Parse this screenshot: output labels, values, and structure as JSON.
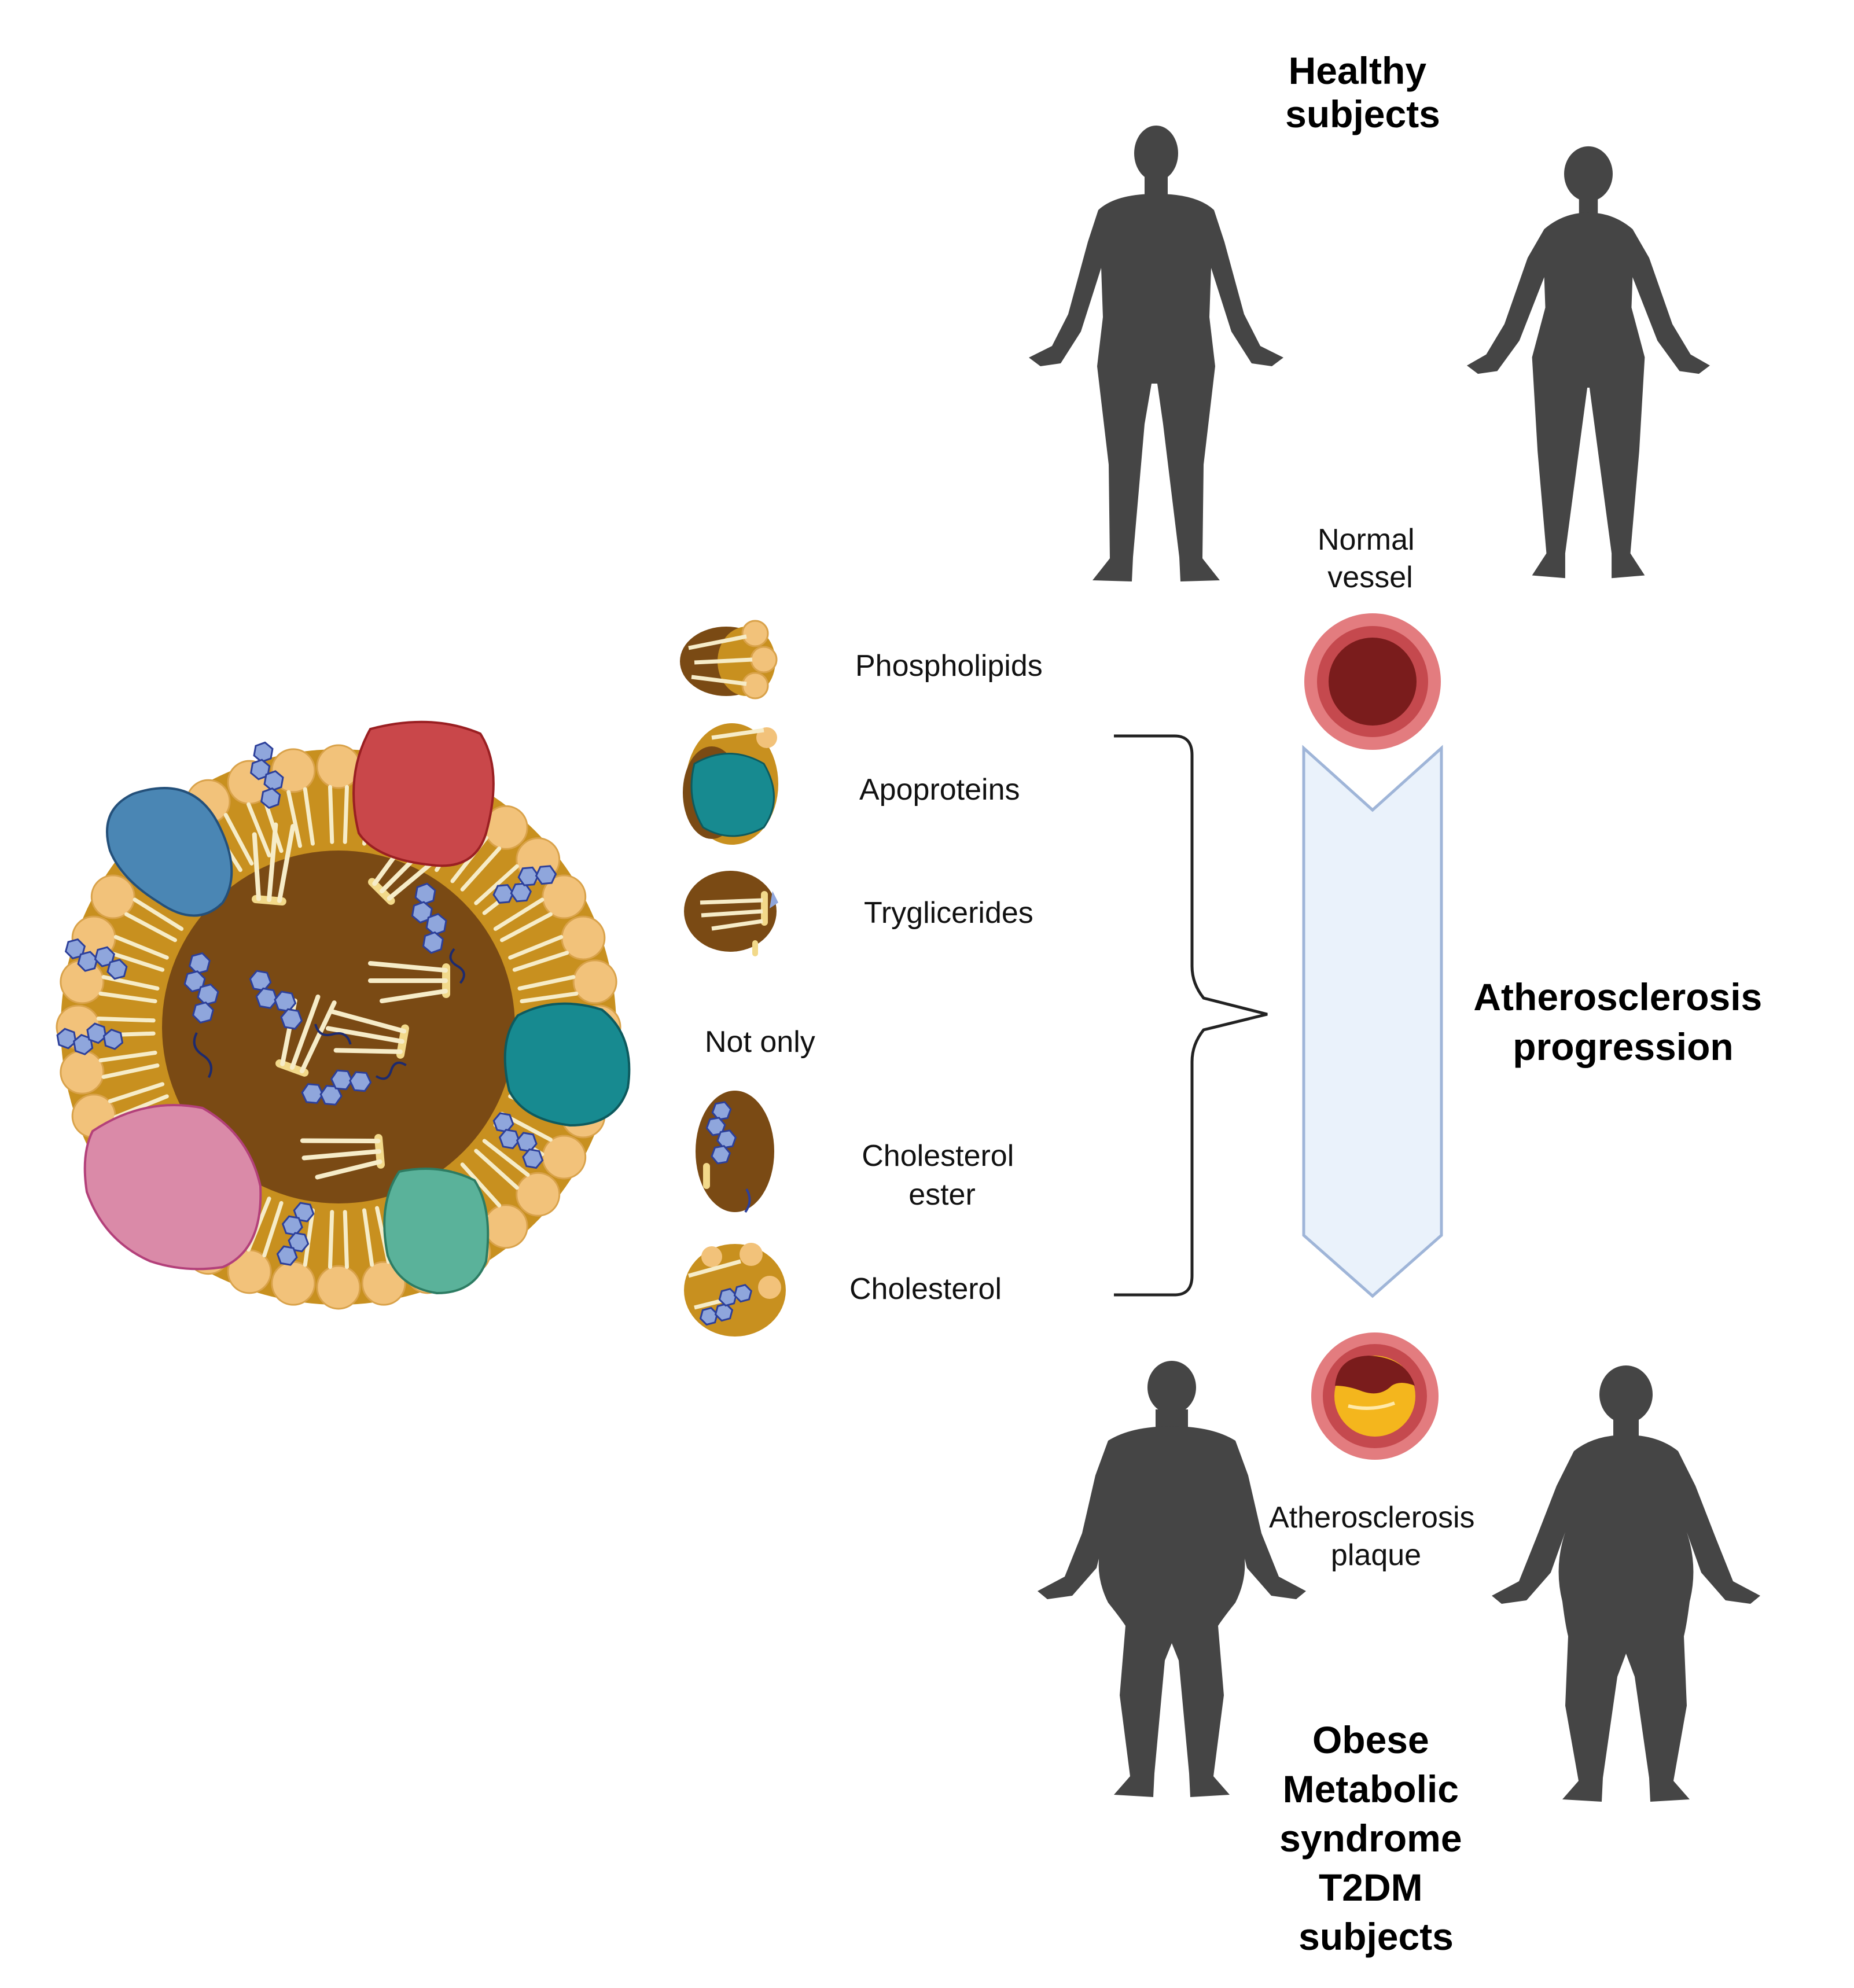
{
  "labels": {
    "healthy": [
      "Healthy",
      "subjects"
    ],
    "normal_vessel": [
      "Normal",
      "vessel"
    ],
    "progression": [
      "Atherosclerosis",
      "progression"
    ],
    "plaque": [
      "Atherosclerosis",
      "plaque"
    ],
    "obese": [
      "Obese",
      "Metabolic",
      "syndrome",
      "T2DM",
      "subjects"
    ],
    "not_only": "Not only"
  },
  "components": [
    {
      "id": "phospholipids",
      "lines": [
        "Phospholipids"
      ]
    },
    {
      "id": "apoproteins",
      "lines": [
        "Apoproteins"
      ]
    },
    {
      "id": "triglycerides",
      "lines": [
        "Tryglicerides"
      ]
    },
    {
      "id": "cholesterol-ester",
      "lines": [
        "Cholesterol",
        "ester"
      ]
    },
    {
      "id": "cholesterol",
      "lines": [
        "Cholesterol"
      ]
    }
  ],
  "colors": {
    "core": "#7a4a14",
    "shell": "#c8901f",
    "phospholipid_head": "#f2c27a",
    "tail": "#f6ecc8",
    "cholesterol_ring": "#8fa6dc",
    "cholesterol_edge": "#2c3f9a",
    "apo_blue": "#4a86b4",
    "apo_red": "#c9474a",
    "apo_teal": "#178a90",
    "apo_pink": "#da8aa8",
    "apo_green": "#5ab29a",
    "vessel_outer": "#e37c7f",
    "vessel_lumen": "#7a1c1c",
    "plaque_fat": "#f4b61d",
    "arrow_fill": "#eaf2fb",
    "arrow_stroke": "#9fb5d8",
    "silhouette": "#454545"
  }
}
